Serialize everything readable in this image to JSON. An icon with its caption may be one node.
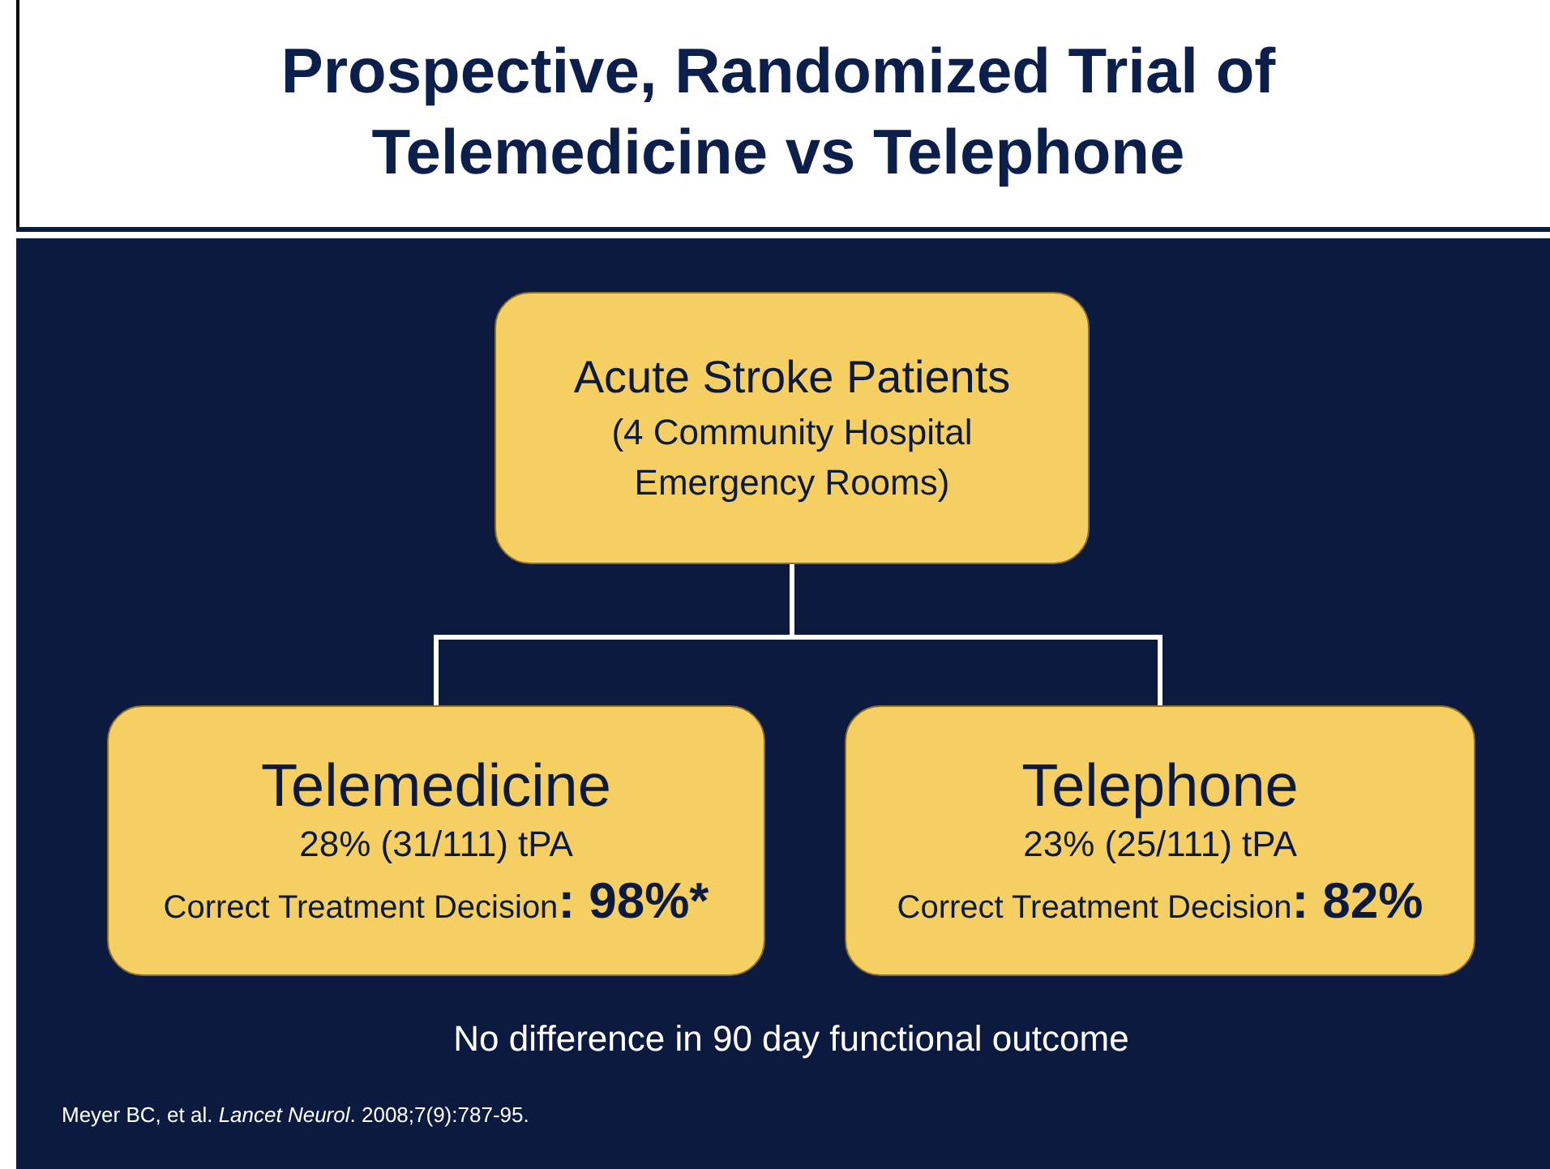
{
  "diagram": {
    "title": "Prospective, Randomized Trial of Telemedicine vs Telephone",
    "nodes": [
      {
        "text": [
          "Acute Stroke Patients",
          "(4 Community Hospital Emergency Rooms)"
        ]
      },
      {
        "text": [
          "Telemedicine",
          "28% (31/111)  tPA",
          "Correct Treatment Decision",
          ": 98%*"
        ]
      },
      {
        "text": [
          "Telephone",
          "23% (25/111)  tPA",
          "Correct Treatment Decision",
          ": 82%"
        ]
      }
    ],
    "edges": [
      {
        "from": 0,
        "to": 1,
        "arrow": "none"
      },
      {
        "from": 0,
        "to": 2,
        "arrow": "none"
      }
    ],
    "labels": [
      "No difference in 90 day functional outcome",
      "Meyer BC, et al. *Lancet Neurol*. 2008;7(9):787-95."
    ]
  }
}
